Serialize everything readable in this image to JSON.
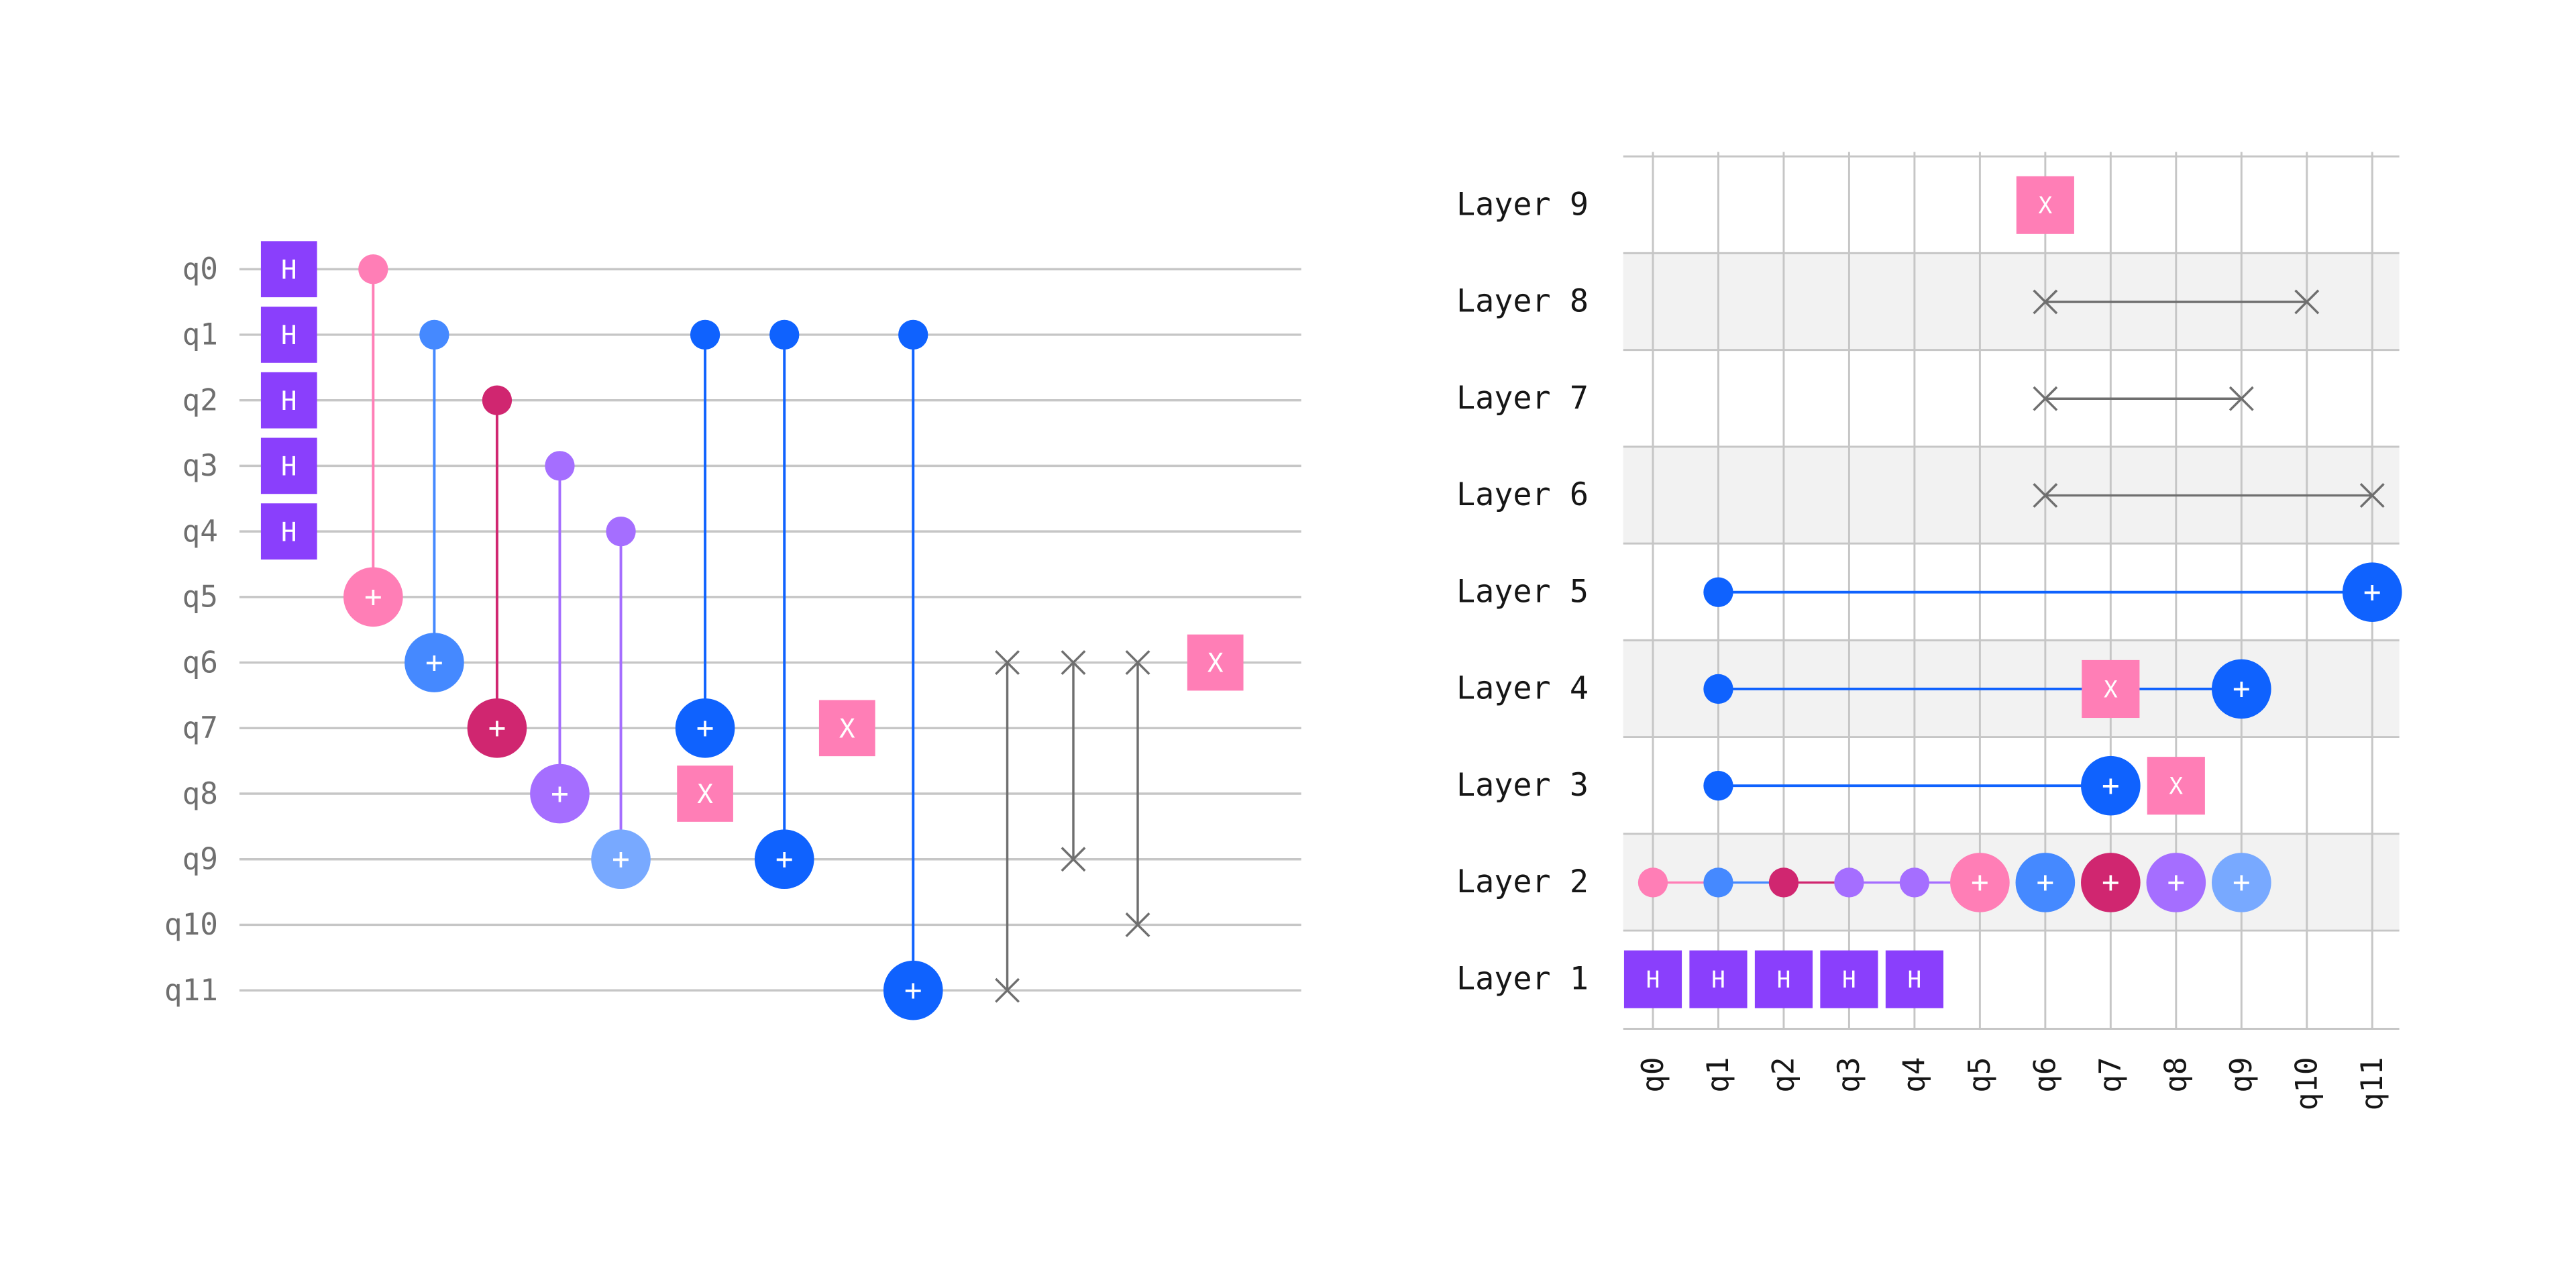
{
  "qubits": [
    "q0",
    "q1",
    "q2",
    "q3",
    "q4",
    "q5",
    "q6",
    "q7",
    "q8",
    "q9",
    "q10",
    "q11"
  ],
  "layer_labels": [
    "Layer 1",
    "Layer 2",
    "Layer 3",
    "Layer 4",
    "Layer 5",
    "Layer 6",
    "Layer 7",
    "Layer 8",
    "Layer 9"
  ],
  "gate_labels": {
    "h": "H",
    "x": "X",
    "target": "+"
  },
  "colors": {
    "q0": "#ff7eb6",
    "q1": "#4589ff",
    "q2": "#d02670",
    "q3": "#a56eff",
    "q4": "#a56eff",
    "q4_target": "#78a9ff",
    "deep_blue": "#0f62fe",
    "hadamard": "#8a3ffc",
    "x_gate": "#ff7eb6",
    "swap": "#6f6f6f",
    "wire": "#c6c6c6",
    "band": "#f2f2f2"
  },
  "circuit": [
    {
      "type": "h",
      "qubits": [
        0,
        1,
        2,
        3,
        4
      ],
      "column": 0
    },
    {
      "type": "cx",
      "control": 0,
      "target": 5,
      "color": "q0",
      "column": 1
    },
    {
      "type": "cx",
      "control": 1,
      "target": 6,
      "color": "q1",
      "column": 2
    },
    {
      "type": "cx",
      "control": 2,
      "target": 7,
      "color": "q2",
      "column": 3
    },
    {
      "type": "cx",
      "control": 3,
      "target": 8,
      "color": "q3",
      "column": 4
    },
    {
      "type": "cx",
      "control": 4,
      "target": 9,
      "color": "q4",
      "target_color": "q4_target",
      "column": 5
    },
    {
      "type": "cx",
      "control": 1,
      "target": 7,
      "color": "deep_blue",
      "column": 6
    },
    {
      "type": "x",
      "qubits": [
        8
      ],
      "column": 6
    },
    {
      "type": "cx",
      "control": 1,
      "target": 9,
      "color": "deep_blue",
      "column": 7
    },
    {
      "type": "x",
      "qubits": [
        7
      ],
      "column": 8
    },
    {
      "type": "cx",
      "control": 1,
      "target": 11,
      "color": "deep_blue",
      "column": 9
    },
    {
      "type": "swap",
      "qubits": [
        6,
        11
      ],
      "column": 10
    },
    {
      "type": "swap",
      "qubits": [
        6,
        9
      ],
      "column": 11
    },
    {
      "type": "swap",
      "qubits": [
        6,
        10
      ],
      "column": 12
    },
    {
      "type": "x",
      "qubits": [
        6
      ],
      "column": 13
    }
  ],
  "layers": [
    {
      "layer": 1,
      "ops": [
        {
          "type": "h",
          "qubits": [
            0,
            1,
            2,
            3,
            4
          ]
        }
      ]
    },
    {
      "layer": 2,
      "ops": [
        {
          "type": "dots",
          "qubits": [
            0,
            1,
            2,
            3,
            4
          ]
        },
        {
          "type": "targets",
          "qubits": [
            5,
            6,
            7,
            8,
            9
          ]
        }
      ]
    },
    {
      "layer": 3,
      "ops": [
        {
          "type": "cx",
          "control": 1,
          "target": 7
        },
        {
          "type": "x",
          "qubits": [
            8
          ]
        }
      ]
    },
    {
      "layer": 4,
      "ops": [
        {
          "type": "cx",
          "control": 1,
          "target": 9
        },
        {
          "type": "x",
          "qubits": [
            7
          ]
        }
      ]
    },
    {
      "layer": 5,
      "ops": [
        {
          "type": "cx",
          "control": 1,
          "target": 11
        }
      ]
    },
    {
      "layer": 6,
      "ops": [
        {
          "type": "swap",
          "qubits": [
            6,
            11
          ]
        }
      ]
    },
    {
      "layer": 7,
      "ops": [
        {
          "type": "swap",
          "qubits": [
            6,
            9
          ]
        }
      ]
    },
    {
      "layer": 8,
      "ops": [
        {
          "type": "swap",
          "qubits": [
            6,
            10
          ]
        }
      ]
    },
    {
      "layer": 9,
      "ops": [
        {
          "type": "x",
          "qubits": [
            6
          ]
        }
      ]
    }
  ]
}
